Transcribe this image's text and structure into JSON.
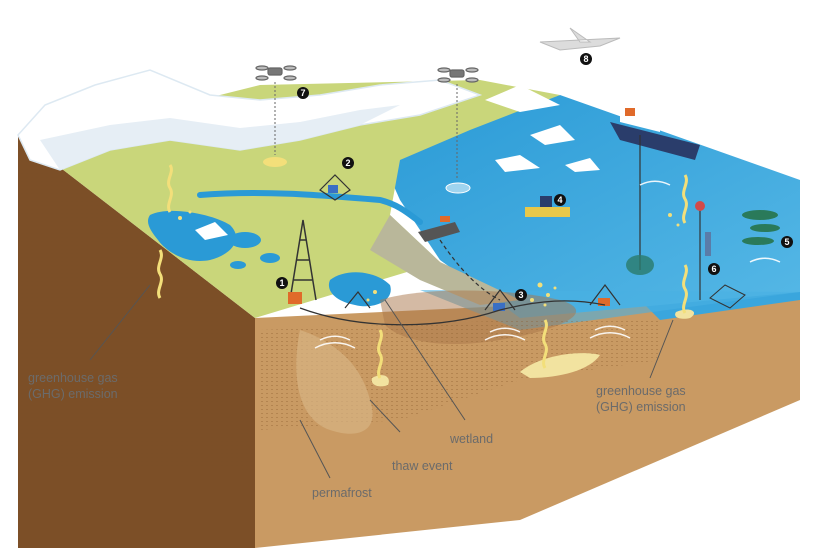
{
  "labels": {
    "ghg_left_line1": "greenhouse gas",
    "ghg_left_line2": "(GHG) emission",
    "ghg_right_line1": "greenhouse gas",
    "ghg_right_line2": "(GHG) emission",
    "wetland": "wetland",
    "thaw_event": "thaw event",
    "permafrost": "permafrost"
  },
  "markers": [
    "1",
    "2",
    "3",
    "4",
    "5",
    "6",
    "7",
    "8"
  ],
  "colors": {
    "ocean": "#3aa6dd",
    "ocean_deep": "#1f8fca",
    "tundra": "#c9d67a",
    "soil": "#c89a62",
    "soil_dark": "#8a5a2e",
    "gas_plume": "#f2e3a0",
    "snow": "#ffffff",
    "marker": "#111111"
  }
}
